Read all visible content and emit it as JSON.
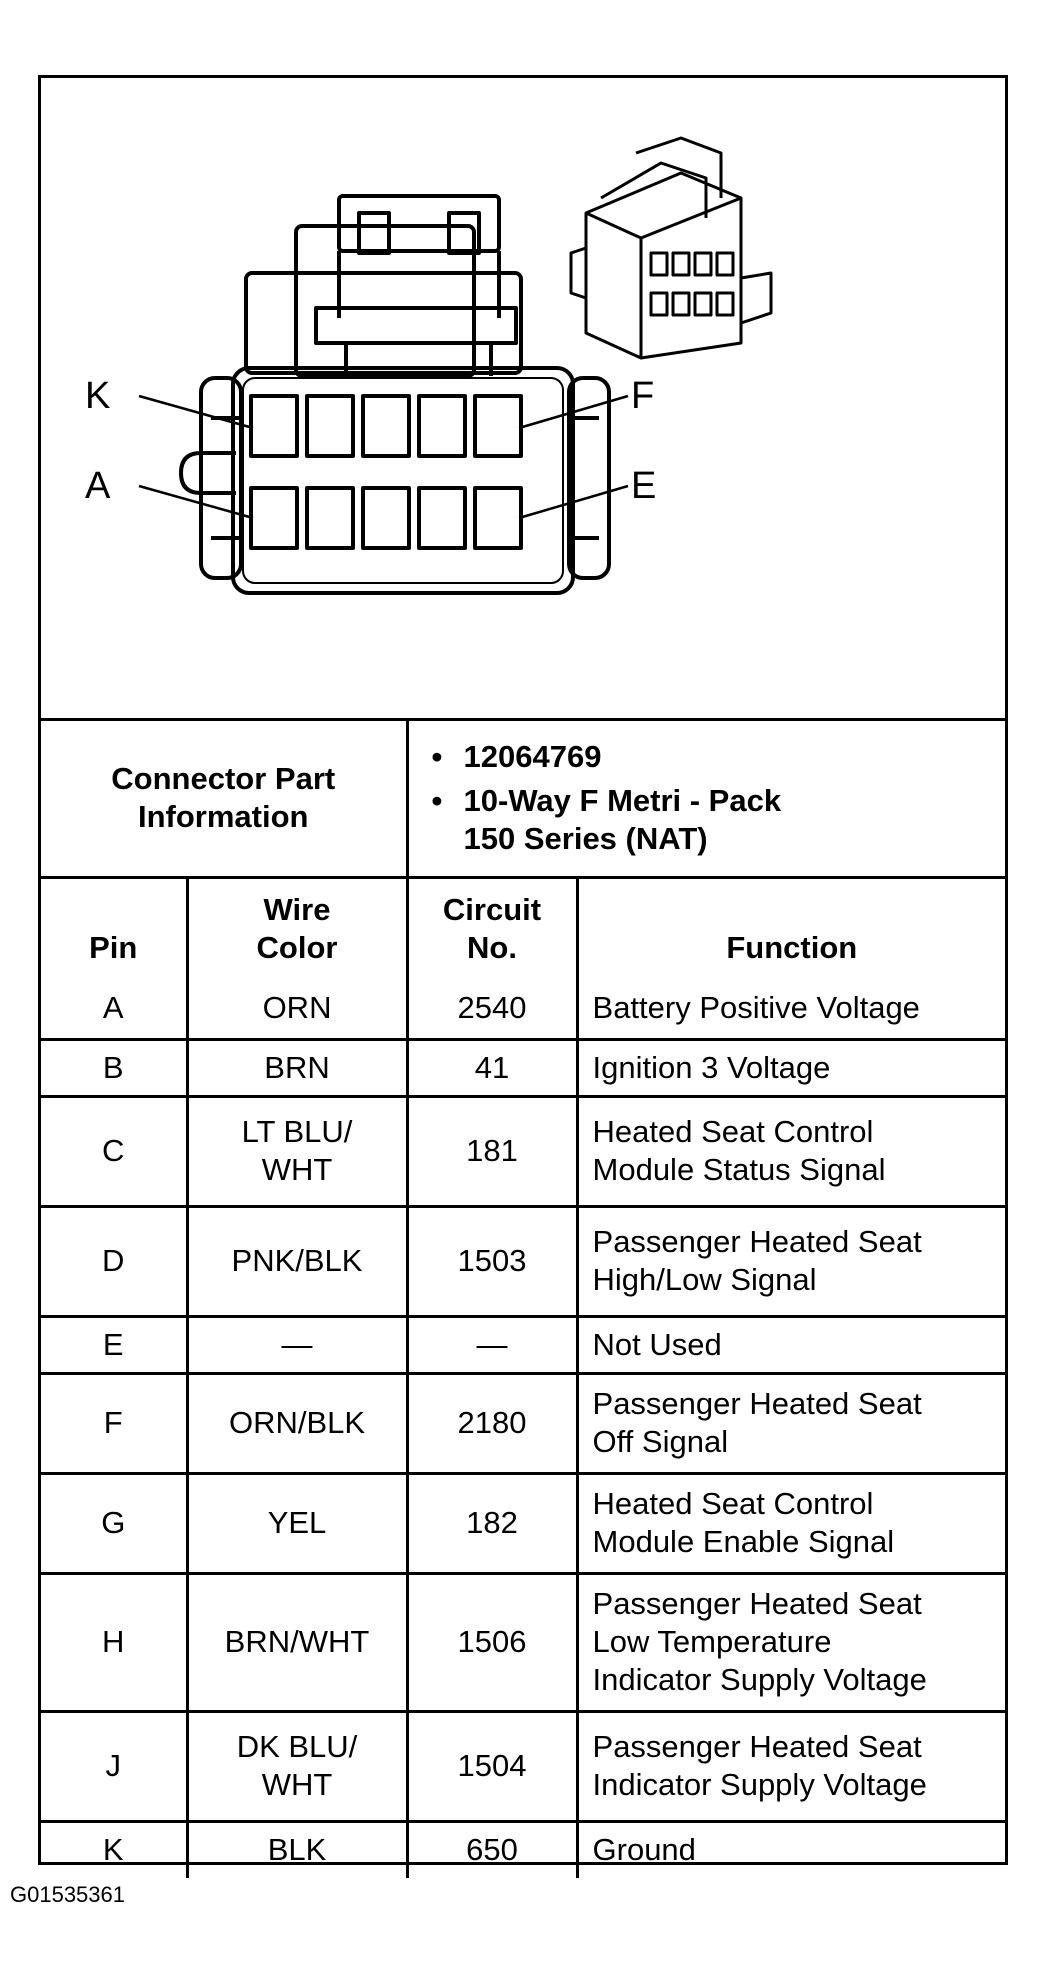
{
  "diagram": {
    "labels": {
      "top_left": "K",
      "bottom_left": "A",
      "top_right": "F",
      "bottom_right": "E"
    }
  },
  "connector_info": {
    "heading_line1": "Connector Part",
    "heading_line2": "Information",
    "items": [
      "12064769",
      "10-Way F Metri - Pack",
      "150 Series (NAT)"
    ]
  },
  "columns": {
    "pin": "Pin",
    "wire_color_1": "Wire",
    "wire_color_2": "Color",
    "circuit_1": "Circuit",
    "circuit_2": "No.",
    "function": "Function"
  },
  "rows": [
    {
      "pin": "A",
      "wire": [
        "ORN"
      ],
      "circuit": "2540",
      "function": [
        "Battery Positive Voltage"
      ]
    },
    {
      "pin": "B",
      "wire": [
        "BRN"
      ],
      "circuit": "41",
      "function": [
        "Ignition 3 Voltage"
      ]
    },
    {
      "pin": "C",
      "wire": [
        "LT BLU/",
        "WHT"
      ],
      "circuit": "181",
      "function": [
        "Heated Seat Control",
        "Module Status Signal"
      ]
    },
    {
      "pin": "D",
      "wire": [
        "PNK/BLK"
      ],
      "circuit": "1503",
      "function": [
        "Passenger Heated Seat",
        "High/Low Signal"
      ]
    },
    {
      "pin": "E",
      "wire": [
        "—"
      ],
      "circuit": "—",
      "function": [
        "Not Used"
      ]
    },
    {
      "pin": "F",
      "wire": [
        "ORN/BLK"
      ],
      "circuit": "2180",
      "function": [
        "Passenger Heated Seat",
        "Off Signal"
      ]
    },
    {
      "pin": "G",
      "wire": [
        "YEL"
      ],
      "circuit": "182",
      "function": [
        "Heated Seat Control",
        "Module Enable Signal"
      ]
    },
    {
      "pin": "H",
      "wire": [
        "BRN/WHT"
      ],
      "circuit": "1506",
      "function": [
        "Passenger Heated Seat",
        "Low Temperature",
        "Indicator Supply Voltage"
      ]
    },
    {
      "pin": "J",
      "wire": [
        "DK BLU/",
        "WHT"
      ],
      "circuit": "1504",
      "function": [
        "Passenger Heated Seat",
        "Indicator Supply Voltage"
      ]
    },
    {
      "pin": "K",
      "wire": [
        "BLK"
      ],
      "circuit": "650",
      "function": [
        "Ground"
      ]
    }
  ],
  "reference_code": "G01535361"
}
